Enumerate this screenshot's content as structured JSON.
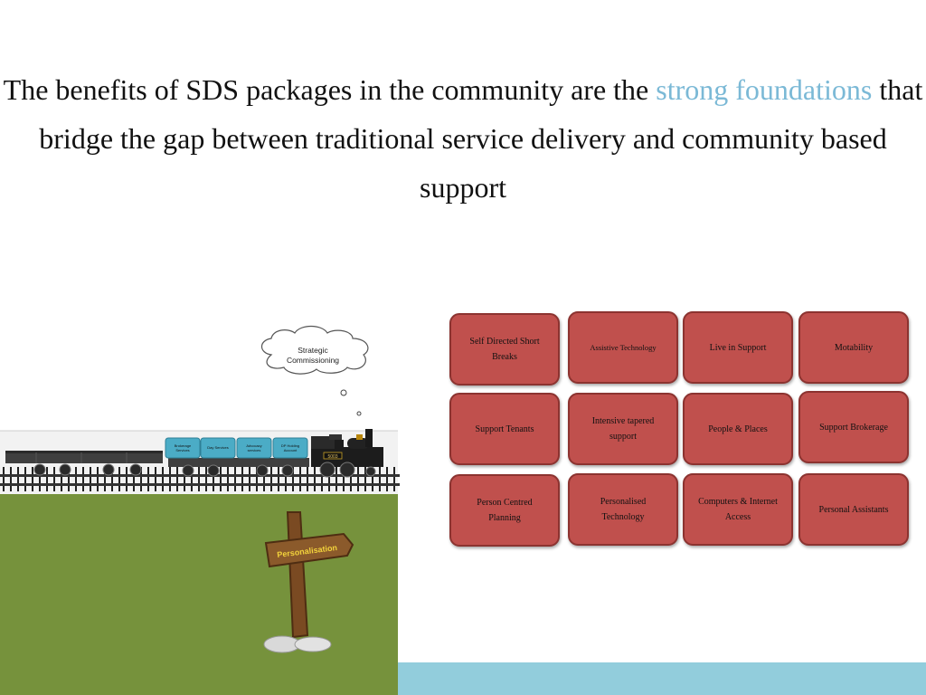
{
  "slide": {
    "title_before": "The benefits of SDS packages in the community are the ",
    "title_accent": "strong foundations",
    "title_after": " that bridge the gap between traditional service delivery and community based support",
    "accent_color": "#7bb9d6"
  },
  "illustration": {
    "cloud_line1": "Strategic",
    "cloud_line2": "Commissioning",
    "wagons": [
      {
        "line1": "Brokerage",
        "line2": "Services"
      },
      {
        "line1": "Day Services",
        "line2": ""
      },
      {
        "line1": "Advocacy",
        "line2": "services"
      },
      {
        "line1": "DP Holding",
        "line2": "Account"
      }
    ],
    "locomotive_number": "5003",
    "signpost_label": "Personalisation"
  },
  "tiles": [
    "Self Directed Short Breaks",
    "Assistive Technology",
    "Live in Support",
    "Motability",
    "Support Tenants",
    "Intensive tapered support",
    "People & Places",
    "Support Brokerage",
    "Person Centred Planning",
    "Personalised Technology",
    "Computers & Internet Access",
    "Personal Assistants"
  ],
  "colors": {
    "tile_fill": "#c0504d",
    "tile_border": "#8c3330",
    "grass": "#76923c",
    "footer_bar": "#92cddc",
    "wagon_box": "#4bacc6"
  }
}
